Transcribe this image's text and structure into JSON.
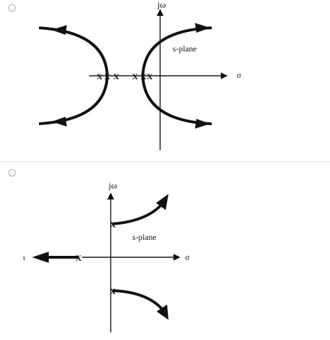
{
  "options": [
    {
      "diagram": {
        "imag_axis_label": "jω",
        "real_axis_label": "σ",
        "plane_label": "s-plane",
        "pole_marker": "X"
      }
    },
    {
      "diagram": {
        "imag_axis_label": "jω",
        "real_axis_label": "σ",
        "plane_label": "s-plane",
        "pole_marker": "X",
        "left_edge_label": "ι"
      }
    }
  ],
  "icons": {
    "radio": "radio-button-icon"
  },
  "colors": {
    "ink": "#111111",
    "divider": "#e3e3e3",
    "radio_border": "#b7b7b7"
  }
}
